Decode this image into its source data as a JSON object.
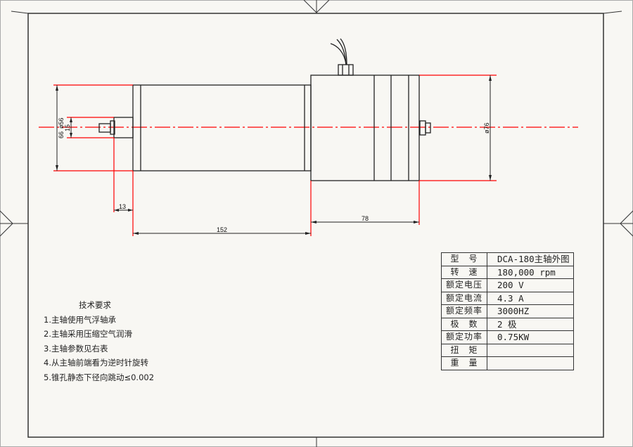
{
  "dimensions": {
    "outer_dia_small": "66",
    "body_dia": "ø56",
    "shaft_dia": "15",
    "front_length": "13",
    "body_length": "152",
    "rear_length": "78",
    "rear_dia": "ø76"
  },
  "notes": {
    "title": "技术要求",
    "items": [
      "1.主轴使用气浮轴承",
      "2.主轴采用压缩空气润滑",
      "3.主轴参数见右表",
      "4.从主轴前端看为逆时针旋转",
      "5.锥孔静态下径向跳动≤0.002"
    ]
  },
  "spec_table": [
    {
      "label": "型　号",
      "value": "DCA-180主轴外图"
    },
    {
      "label": "转　速",
      "value": "180,000 rpm"
    },
    {
      "label": "额定电压",
      "value": "200 V"
    },
    {
      "label": "额定电流",
      "value": "4.3 A"
    },
    {
      "label": "额定频率",
      "value": "3000HZ"
    },
    {
      "label": "极　数",
      "value": "2 极"
    },
    {
      "label": "额定功率",
      "value": "0.75KW"
    },
    {
      "label": "扭　矩",
      "value": ""
    },
    {
      "label": "重　量",
      "value": ""
    }
  ],
  "colors": {
    "line": "#222222",
    "red": "#ff0000",
    "background": "#f8f7f3"
  }
}
